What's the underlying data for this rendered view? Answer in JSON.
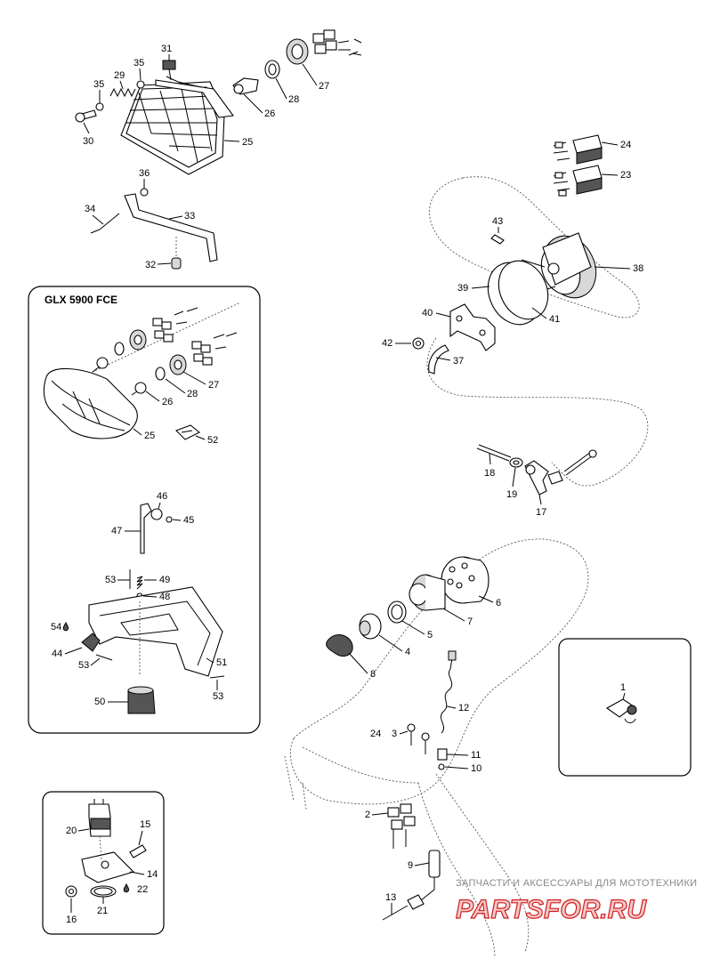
{
  "diagram": {
    "inset_title": "GLX 5900 FCE",
    "callouts": {
      "c31": "31",
      "c35a": "35",
      "c29": "29",
      "c35b": "35",
      "c30": "30",
      "c27a": "27",
      "c28a": "28",
      "c26a": "26",
      "c25a": "25",
      "c36": "36",
      "c34": "34",
      "c33": "33",
      "c32": "32",
      "c24a": "24",
      "c23": "23",
      "c43": "43",
      "c38": "38",
      "c39": "39",
      "c40": "40",
      "c41": "41",
      "c42": "42",
      "c37": "37",
      "i27": "27",
      "i28": "28",
      "i26": "26",
      "i25": "25",
      "i52": "52",
      "i46": "46",
      "i45": "45",
      "i47": "47",
      "i53a": "53",
      "i49": "49",
      "i48": "48",
      "i54": "54",
      "i44": "44",
      "i53b": "53",
      "i51": "51",
      "i53c": "53",
      "i50": "50",
      "c18": "18",
      "c19": "19",
      "c17": "17",
      "c6": "6",
      "c7": "7",
      "c5": "5",
      "c4": "4",
      "c8": "8",
      "c12": "12",
      "c24b": "24",
      "c3": "3",
      "c11": "11",
      "c10": "10",
      "c2": "2",
      "c9": "9",
      "c13": "13",
      "c1": "1",
      "b20": "20",
      "b15": "15",
      "b14": "14",
      "b22": "22",
      "b16": "16",
      "b21": "21"
    }
  },
  "watermark": {
    "tagline": "ЗАПЧАСТИ И АКСЕССУАРЫ ДЛЯ МОТОТЕХНИКИ",
    "logo": "PARTSFOR.RU"
  }
}
